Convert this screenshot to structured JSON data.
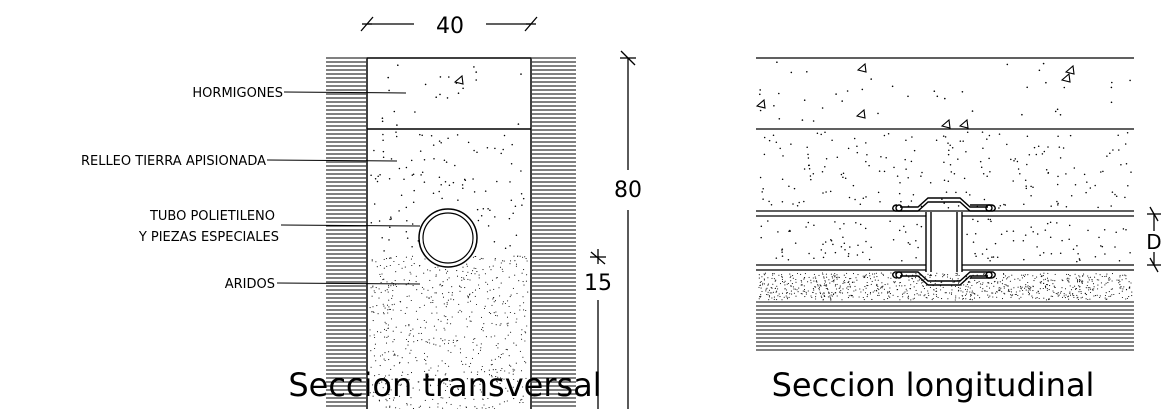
{
  "transversal": {
    "width_dim": "40",
    "height_dim": "80",
    "base_dim": "15",
    "labels": {
      "hormigones": "HORMIGONES",
      "relleno": "RELLEO TIERRA APISIONADA",
      "tubo_line1": "TUBO POLIETILENO",
      "tubo_line2": "Y PIEZAS ESPECIALES",
      "aridos": "ARIDOS"
    },
    "caption": "Seccion transversal"
  },
  "longitudinal": {
    "diameter_dim": "D",
    "caption": "Seccion longitudinal"
  }
}
